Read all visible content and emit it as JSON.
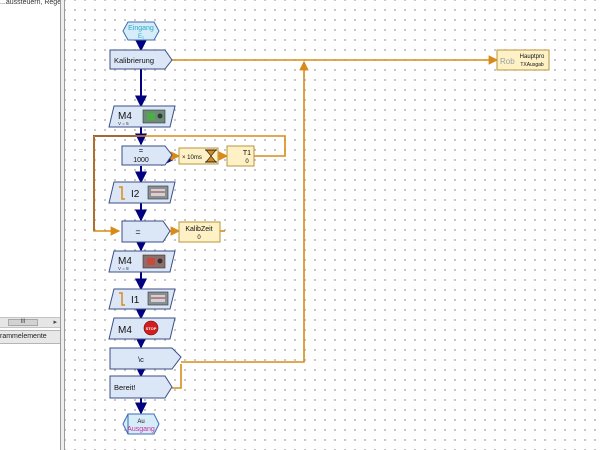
{
  "sidebar": {
    "top_text": "...aussteuern, Regeln",
    "scroll_label": "III",
    "tab_label": "rammelemente"
  },
  "flow": {
    "start_label": "Eingang",
    "start_sub": "E₁",
    "calib_label": "Kalibrierung",
    "m4_a_label": "M4",
    "m4_a_sub": "V = 5",
    "eq1_op": "=",
    "eq1_value": "1000",
    "wait_label": "× 10ms",
    "t1_label": "T1",
    "t1_value": "0",
    "i2_label": "I2",
    "eq2_op": "=",
    "kalibzeit_label": "KalibZeit",
    "kalibzeit_value": "0",
    "m4_b_label": "M4",
    "m4_b_sub": "V = 8",
    "i1_label": "I1",
    "m4_c_label": "M4",
    "stop_label": "STOP",
    "newline_label": "\\c",
    "ready_label": "Bereit!",
    "end_label": "Au",
    "end_sub": "Ausgang",
    "rob_label": "Rob",
    "rob_title": "Hauptpro",
    "rob_sub": "TXAusgab"
  },
  "colors": {
    "flow_line": "#000080",
    "data_line": "#d98b1a",
    "cmd_fill": "#dbe6f7",
    "cmd_stroke": "#3b4f86",
    "var_fill": "#fdf1c5",
    "var_stroke": "#b9953c",
    "term_fill": "#d6ecf8",
    "term_stroke": "#3b6db3",
    "start_text": "#2aa9c9",
    "end_text": "#c8309e"
  },
  "icons": [
    "motor-icon",
    "hourglass-icon",
    "input-sensor-icon",
    "stop-icon"
  ]
}
